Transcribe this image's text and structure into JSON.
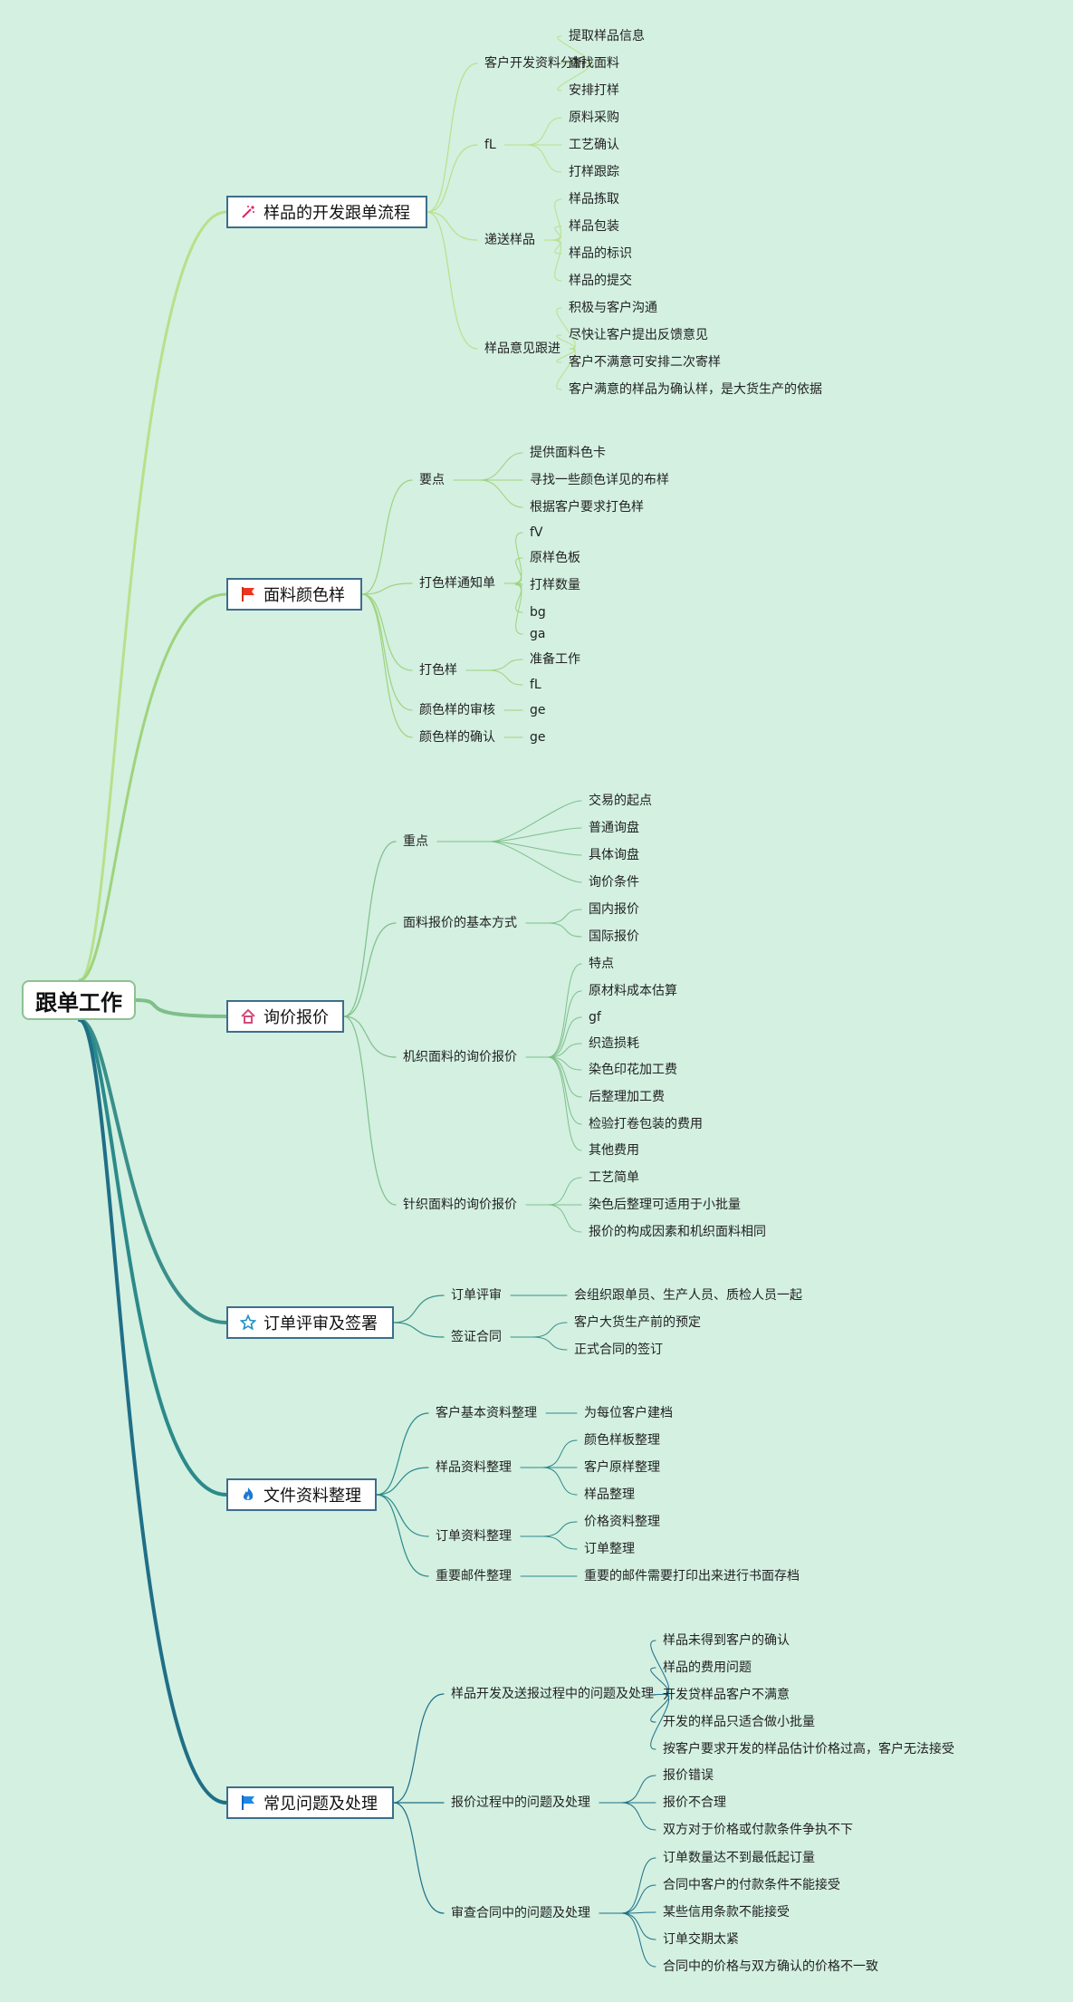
{
  "root": "跟单工作",
  "branches": [
    {
      "label": "样品的开发跟单流程",
      "icon": "magic-wand-icon",
      "color": "#b8e08a",
      "children": [
        {
          "label": "客户开发资料分析",
          "children": [
            "提取样品信息",
            "查找面料",
            "安排打样"
          ]
        },
        {
          "label": "fL",
          "children": [
            "原料采购",
            "工艺确认",
            "打样跟踪"
          ]
        },
        {
          "label": "递送样品",
          "children": [
            "样品拣取",
            "样品包装",
            "样品的标识",
            "样品的提交"
          ]
        },
        {
          "label": "样品意见跟进",
          "children": [
            "积极与客户沟通",
            "尽快让客户提出反馈意见",
            "客户不满意可安排二次寄样",
            "客户满意的样品为确认样，是大货生产的依据"
          ]
        }
      ]
    },
    {
      "label": "面料颜色样",
      "icon": "red-flag-icon",
      "color": "#9fd37c",
      "children": [
        {
          "label": "要点",
          "children": [
            "提供面料色卡",
            "寻找一些颜色详见的布样",
            "根据客户要求打色样"
          ]
        },
        {
          "label": "打色样通知单",
          "children": [
            "fV",
            "原样色板",
            "打样数量",
            "bg",
            "ga"
          ]
        },
        {
          "label": "打色样",
          "children": [
            "准备工作",
            "fL"
          ]
        },
        {
          "label": "颜色样的审核",
          "children": [
            "ge"
          ]
        },
        {
          "label": "颜色样的确认",
          "children": [
            "ge"
          ]
        }
      ]
    },
    {
      "label": "询价报价",
      "icon": "house-icon",
      "color": "#7fbf8a",
      "children": [
        {
          "label": "重点",
          "children": [
            "交易的起点",
            "普通询盘",
            "具体询盘",
            "询价条件"
          ]
        },
        {
          "label": "面料报价的基本方式",
          "children": [
            "国内报价",
            "国际报价"
          ]
        },
        {
          "label": "机织面料的询价报价",
          "children": [
            "特点",
            "原材料成本估算",
            "gf",
            "织造损耗",
            "染色印花加工费",
            "后整理加工费",
            "检验打卷包装的费用",
            "其他费用"
          ]
        },
        {
          "label": "针织面料的询价报价",
          "children": [
            "工艺简单",
            "染色后整理可适用于小批量",
            "报价的构成因素和机织面料相同"
          ]
        }
      ]
    },
    {
      "label": "订单评审及签署",
      "icon": "star-icon",
      "color": "#3a8f8a",
      "children": [
        {
          "label": "订单评审",
          "children": [
            "会组织跟单员、生产人员、质检人员一起"
          ]
        },
        {
          "label": "签证合同",
          "children": [
            "客户大货生产前的预定",
            "正式合同的签订"
          ]
        }
      ]
    },
    {
      "label": "文件资料整理",
      "icon": "flame-icon",
      "color": "#2b8a8a",
      "children": [
        {
          "label": "客户基本资料整理",
          "children": [
            "为每位客户建档"
          ]
        },
        {
          "label": "样品资料整理",
          "children": [
            "颜色样板整理",
            "客户原样整理",
            "样品整理"
          ]
        },
        {
          "label": "订单资料整理",
          "children": [
            "价格资料整理",
            "订单整理"
          ]
        },
        {
          "label": "重要邮件整理",
          "children": [
            "重要的邮件需要打印出来进行书面存档"
          ]
        }
      ]
    },
    {
      "label": "常见问题及处理",
      "icon": "blue-flag-icon",
      "color": "#1f6f86",
      "children": [
        {
          "label": "样品开发及送报过程中的问题及处理",
          "children": [
            "样品未得到客户的确认",
            "样品的费用问题",
            "开发贷样品客户不满意",
            "开发的样品只适合做小批量",
            "按客户要求开发的样品估计价格过高，客户无法接受"
          ]
        },
        {
          "label": "报价过程中的问题及处理",
          "children": [
            "报价错误",
            "报价不合理",
            "双方对于价格或付款条件争执不下"
          ]
        },
        {
          "label": "审查合同中的问题及处理",
          "children": [
            "订单数量达不到最低起订量",
            "合同中客户的付款条件不能接受",
            "某些信用条款不能接受",
            "订单交期太紧",
            "合同中的价格与双方确认的价格不一致"
          ]
        }
      ]
    }
  ]
}
